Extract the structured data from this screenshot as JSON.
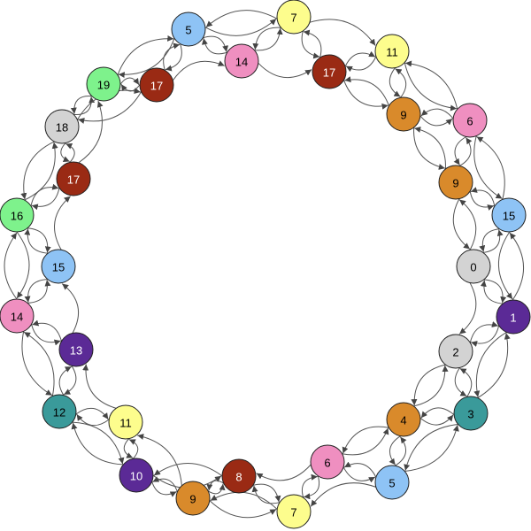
{
  "graph": {
    "nodes": [
      {
        "id": "n0",
        "label": "0",
        "color": "#d3d3d3",
        "text_color": "#000000"
      },
      {
        "id": "n1",
        "label": "1",
        "color": "#5b2a96",
        "text_color": "#ffffff"
      },
      {
        "id": "n2",
        "label": "2",
        "color": "#d3d3d3",
        "text_color": "#000000"
      },
      {
        "id": "n3",
        "label": "3",
        "color": "#3a9a9a",
        "text_color": "#000000"
      },
      {
        "id": "n4",
        "label": "4",
        "color": "#d98a2b",
        "text_color": "#000000"
      },
      {
        "id": "n5a",
        "label": "5",
        "color": "#8ec3f5",
        "text_color": "#000000"
      },
      {
        "id": "n6a",
        "label": "6",
        "color": "#ef8fc0",
        "text_color": "#000000"
      },
      {
        "id": "n7a",
        "label": "7",
        "color": "#fdfd8d",
        "text_color": "#000000"
      },
      {
        "id": "n8",
        "label": "8",
        "color": "#9a2a14",
        "text_color": "#ffffff"
      },
      {
        "id": "n9a",
        "label": "9",
        "color": "#d98a2b",
        "text_color": "#000000"
      },
      {
        "id": "n10",
        "label": "10",
        "color": "#5b2a96",
        "text_color": "#ffffff"
      },
      {
        "id": "n11a",
        "label": "11",
        "color": "#fdfd8d",
        "text_color": "#000000"
      },
      {
        "id": "n12",
        "label": "12",
        "color": "#3a9a9a",
        "text_color": "#000000"
      },
      {
        "id": "n13",
        "label": "13",
        "color": "#5b2a96",
        "text_color": "#ffffff"
      },
      {
        "id": "n14a",
        "label": "14",
        "color": "#ef8fc0",
        "text_color": "#000000"
      },
      {
        "id": "n15a",
        "label": "15",
        "color": "#8ec3f5",
        "text_color": "#000000"
      },
      {
        "id": "n16",
        "label": "16",
        "color": "#7ef28c",
        "text_color": "#000000"
      },
      {
        "id": "n17a",
        "label": "17",
        "color": "#9a2a14",
        "text_color": "#ffffff"
      },
      {
        "id": "n18",
        "label": "18",
        "color": "#d3d3d3",
        "text_color": "#000000"
      },
      {
        "id": "n19",
        "label": "19",
        "color": "#7ef28c",
        "text_color": "#000000"
      },
      {
        "id": "n17b",
        "label": "17",
        "color": "#9a2a14",
        "text_color": "#ffffff"
      },
      {
        "id": "n5b",
        "label": "5",
        "color": "#8ec3f5",
        "text_color": "#000000"
      },
      {
        "id": "n14b",
        "label": "14",
        "color": "#ef8fc0",
        "text_color": "#000000"
      },
      {
        "id": "n7b",
        "label": "7",
        "color": "#fdfd8d",
        "text_color": "#000000"
      },
      {
        "id": "n17c",
        "label": "17",
        "color": "#9a2a14",
        "text_color": "#ffffff"
      },
      {
        "id": "n11b",
        "label": "11",
        "color": "#fdfd8d",
        "text_color": "#000000"
      },
      {
        "id": "n9b",
        "label": "9",
        "color": "#d98a2b",
        "text_color": "#000000"
      },
      {
        "id": "n6b",
        "label": "6",
        "color": "#ef8fc0",
        "text_color": "#000000"
      },
      {
        "id": "n9c",
        "label": "9",
        "color": "#d98a2b",
        "text_color": "#000000"
      },
      {
        "id": "n15b",
        "label": "15",
        "color": "#8ec3f5",
        "text_color": "#000000"
      }
    ],
    "edges": [
      [
        "n0",
        "n1"
      ],
      [
        "n1",
        "n0"
      ],
      [
        "n0",
        "n2"
      ],
      [
        "n2",
        "n1"
      ],
      [
        "n1",
        "n2"
      ],
      [
        "n2",
        "n3"
      ],
      [
        "n3",
        "n2"
      ],
      [
        "n1",
        "n3"
      ],
      [
        "n3",
        "n1"
      ],
      [
        "n2",
        "n4"
      ],
      [
        "n4",
        "n2"
      ],
      [
        "n3",
        "n4"
      ],
      [
        "n4",
        "n3"
      ],
      [
        "n4",
        "n5a"
      ],
      [
        "n5a",
        "n4"
      ],
      [
        "n3",
        "n5a"
      ],
      [
        "n5a",
        "n3"
      ],
      [
        "n4",
        "n6a"
      ],
      [
        "n6a",
        "n4"
      ],
      [
        "n5a",
        "n6a"
      ],
      [
        "n6a",
        "n5a"
      ],
      [
        "n5a",
        "n7a"
      ],
      [
        "n6a",
        "n7a"
      ],
      [
        "n7a",
        "n6a"
      ],
      [
        "n6a",
        "n8"
      ],
      [
        "n8",
        "n7a"
      ],
      [
        "n7a",
        "n8"
      ],
      [
        "n8",
        "n9a"
      ],
      [
        "n9a",
        "n8"
      ],
      [
        "n7a",
        "n9a"
      ],
      [
        "n9a",
        "n7a"
      ],
      [
        "n9a",
        "n10"
      ],
      [
        "n10",
        "n9a"
      ],
      [
        "n8",
        "n10"
      ],
      [
        "n10",
        "n8"
      ],
      [
        "n9a",
        "n11a"
      ],
      [
        "n11a",
        "n10"
      ],
      [
        "n10",
        "n11a"
      ],
      [
        "n11a",
        "n12"
      ],
      [
        "n12",
        "n11a"
      ],
      [
        "n10",
        "n12"
      ],
      [
        "n12",
        "n10"
      ],
      [
        "n11a",
        "n13"
      ],
      [
        "n13",
        "n12"
      ],
      [
        "n12",
        "n13"
      ],
      [
        "n13",
        "n14a"
      ],
      [
        "n14a",
        "n13"
      ],
      [
        "n12",
        "n14a"
      ],
      [
        "n14a",
        "n12"
      ],
      [
        "n13",
        "n15a"
      ],
      [
        "n15a",
        "n14a"
      ],
      [
        "n14a",
        "n15a"
      ],
      [
        "n15a",
        "n16"
      ],
      [
        "n16",
        "n15a"
      ],
      [
        "n14a",
        "n16"
      ],
      [
        "n16",
        "n14a"
      ],
      [
        "n15a",
        "n17a"
      ],
      [
        "n17a",
        "n16"
      ],
      [
        "n16",
        "n17a"
      ],
      [
        "n17a",
        "n18"
      ],
      [
        "n18",
        "n17a"
      ],
      [
        "n16",
        "n18"
      ],
      [
        "n18",
        "n16"
      ],
      [
        "n17a",
        "n19"
      ],
      [
        "n19",
        "n18"
      ],
      [
        "n18",
        "n19"
      ],
      [
        "n19",
        "n17b"
      ],
      [
        "n17b",
        "n19"
      ],
      [
        "n18",
        "n17b"
      ],
      [
        "n17b",
        "n18"
      ],
      [
        "n17b",
        "n5b"
      ],
      [
        "n5b",
        "n17b"
      ],
      [
        "n19",
        "n5b"
      ],
      [
        "n5b",
        "n19"
      ],
      [
        "n17b",
        "n14b"
      ],
      [
        "n14b",
        "n5b"
      ],
      [
        "n5b",
        "n14b"
      ],
      [
        "n14b",
        "n7b"
      ],
      [
        "n7b",
        "n14b"
      ],
      [
        "n5b",
        "n7b"
      ],
      [
        "n7b",
        "n5b"
      ],
      [
        "n14b",
        "n17c"
      ],
      [
        "n17c",
        "n7b"
      ],
      [
        "n7b",
        "n17c"
      ],
      [
        "n17c",
        "n11b"
      ],
      [
        "n11b",
        "n17c"
      ],
      [
        "n7b",
        "n11b"
      ],
      [
        "n11b",
        "n9b"
      ],
      [
        "n9b",
        "n11b"
      ],
      [
        "n17c",
        "n9b"
      ],
      [
        "n9b",
        "n17c"
      ],
      [
        "n9b",
        "n6b"
      ],
      [
        "n6b",
        "n9b"
      ],
      [
        "n11b",
        "n6b"
      ],
      [
        "n6b",
        "n11b"
      ],
      [
        "n6b",
        "n9c"
      ],
      [
        "n9c",
        "n6b"
      ],
      [
        "n9b",
        "n9c"
      ],
      [
        "n9c",
        "n9b"
      ],
      [
        "n9c",
        "n15b"
      ],
      [
        "n15b",
        "n9c"
      ],
      [
        "n6b",
        "n15b"
      ],
      [
        "n15b",
        "n6b"
      ],
      [
        "n15b",
        "n0"
      ],
      [
        "n0",
        "n15b"
      ],
      [
        "n9c",
        "n0"
      ],
      [
        "n0",
        "n9c"
      ],
      [
        "n15b",
        "n1"
      ],
      [
        "n1",
        "n15b"
      ]
    ]
  }
}
